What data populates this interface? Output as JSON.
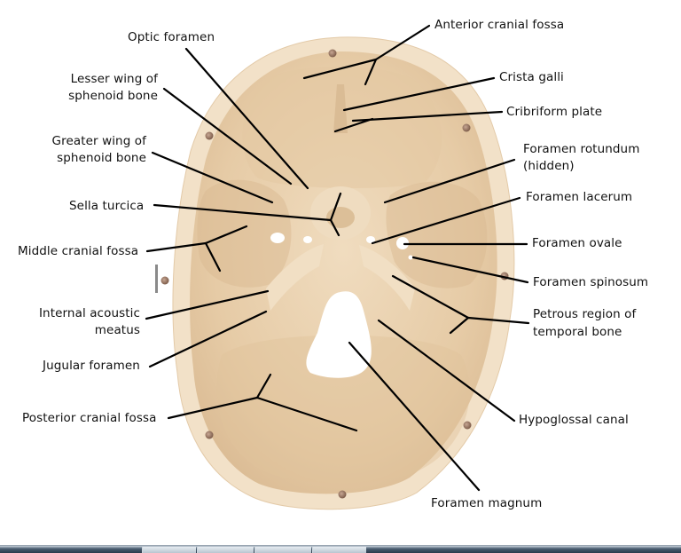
{
  "figure": {
    "title": "Interior of the cranial base (superior view) with anatomical labels",
    "colors": {
      "bone": "#e9d2b0",
      "bone_shadow": "#d8b993",
      "bone_rim": "#f1dfc5",
      "foramen": "#ffffff",
      "pin": "#9b7a66",
      "leader_line": "#000000",
      "text": "#111111"
    }
  },
  "labels": {
    "optic_foramen": "Optic foramen",
    "lesser_wing_1": "Lesser wing of",
    "lesser_wing_2": "sphenoid bone",
    "greater_wing_1": "Greater wing of",
    "greater_wing_2": "sphenoid bone",
    "sella_turcica": "Sella turcica",
    "middle_cranial_fossa": "Middle cranial fossa",
    "internal_acoustic_1": "Internal acoustic",
    "internal_acoustic_2": "meatus",
    "jugular_foramen": "Jugular foramen",
    "posterior_cranial_fossa": "Posterior cranial fossa",
    "anterior_cranial_fossa": "Anterior cranial fossa",
    "crista_galli": "Crista galli",
    "cribriform_plate": "Cribriform plate",
    "foramen_rotundum_1": "Foramen rotundum",
    "foramen_rotundum_2": "(hidden)",
    "foramen_lacerum": "Foramen lacerum",
    "foramen_ovale": "Foramen ovale",
    "foramen_spinosum": "Foramen spinosum",
    "petrous_1": "Petrous region of",
    "petrous_2": "temporal bone",
    "hypoglossal_canal": "Hypoglossal canal",
    "foramen_magnum": "Foramen magnum"
  }
}
